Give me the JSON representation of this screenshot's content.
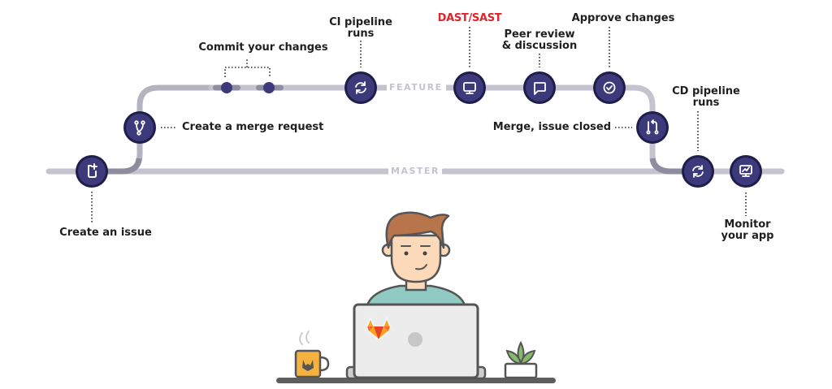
{
  "diagram": {
    "title": "GitLab workflow",
    "colors": {
      "node_fill": "#3c3a7a",
      "node_ring": "#1f1d4a",
      "track": "#c4c3cf",
      "track_dark": "#8e8c9f",
      "label_text": "#1f1f1f",
      "highlight_label": "#e0242a",
      "icon_stroke": "#ffffff"
    },
    "branches": {
      "feature": "FEATURE",
      "master": "MASTER"
    },
    "steps": [
      {
        "id": "create-issue",
        "label": "Create an issue",
        "icon": "issue-new-icon",
        "branch": "master"
      },
      {
        "id": "merge-request",
        "label": "Create a merge request",
        "icon": "branch-icon",
        "branch": "transition"
      },
      {
        "id": "commit",
        "label": "Commit your changes",
        "icon": "commit-dot-icon",
        "branch": "feature"
      },
      {
        "id": "ci-pipeline",
        "label_line1": "CI pipeline",
        "label_line2": "runs",
        "icon": "sync-icon",
        "branch": "feature"
      },
      {
        "id": "dast-sast",
        "label": "DAST/SAST",
        "icon": "monitor-icon",
        "branch": "feature"
      },
      {
        "id": "peer-review",
        "label_line1": "Peer review",
        "label_line2": "& discussion",
        "icon": "comment-icon",
        "branch": "feature"
      },
      {
        "id": "approve",
        "label": "Approve changes",
        "icon": "check-circle-icon",
        "branch": "feature"
      },
      {
        "id": "merge",
        "label": "Merge, issue closed",
        "icon": "merge-icon",
        "branch": "transition"
      },
      {
        "id": "cd-pipeline",
        "label_line1": "CD pipeline",
        "label_line2": "runs",
        "icon": "sync-icon",
        "branch": "master"
      },
      {
        "id": "monitor",
        "label_line1": "Monitor",
        "label_line2": "your app",
        "icon": "chart-monitor-icon",
        "branch": "master"
      }
    ]
  },
  "illustration": {
    "subject": "developer-at-laptop",
    "laptop_sticker": "gitlab-tanuki-logo",
    "props": [
      "coffee-mug",
      "potted-plant"
    ],
    "colors": {
      "hair": "#b8744a",
      "skin": "#fcd9b8",
      "shirt": "#8fcbc3",
      "outline": "#555555",
      "laptop": "#ececec",
      "mug": "#f5b23f",
      "plant": "#86b96b",
      "desk": "#5e5e5e",
      "tanuki_orange": "#fc6d26",
      "tanuki_red": "#e24329",
      "tanuki_light": "#fca326"
    }
  }
}
